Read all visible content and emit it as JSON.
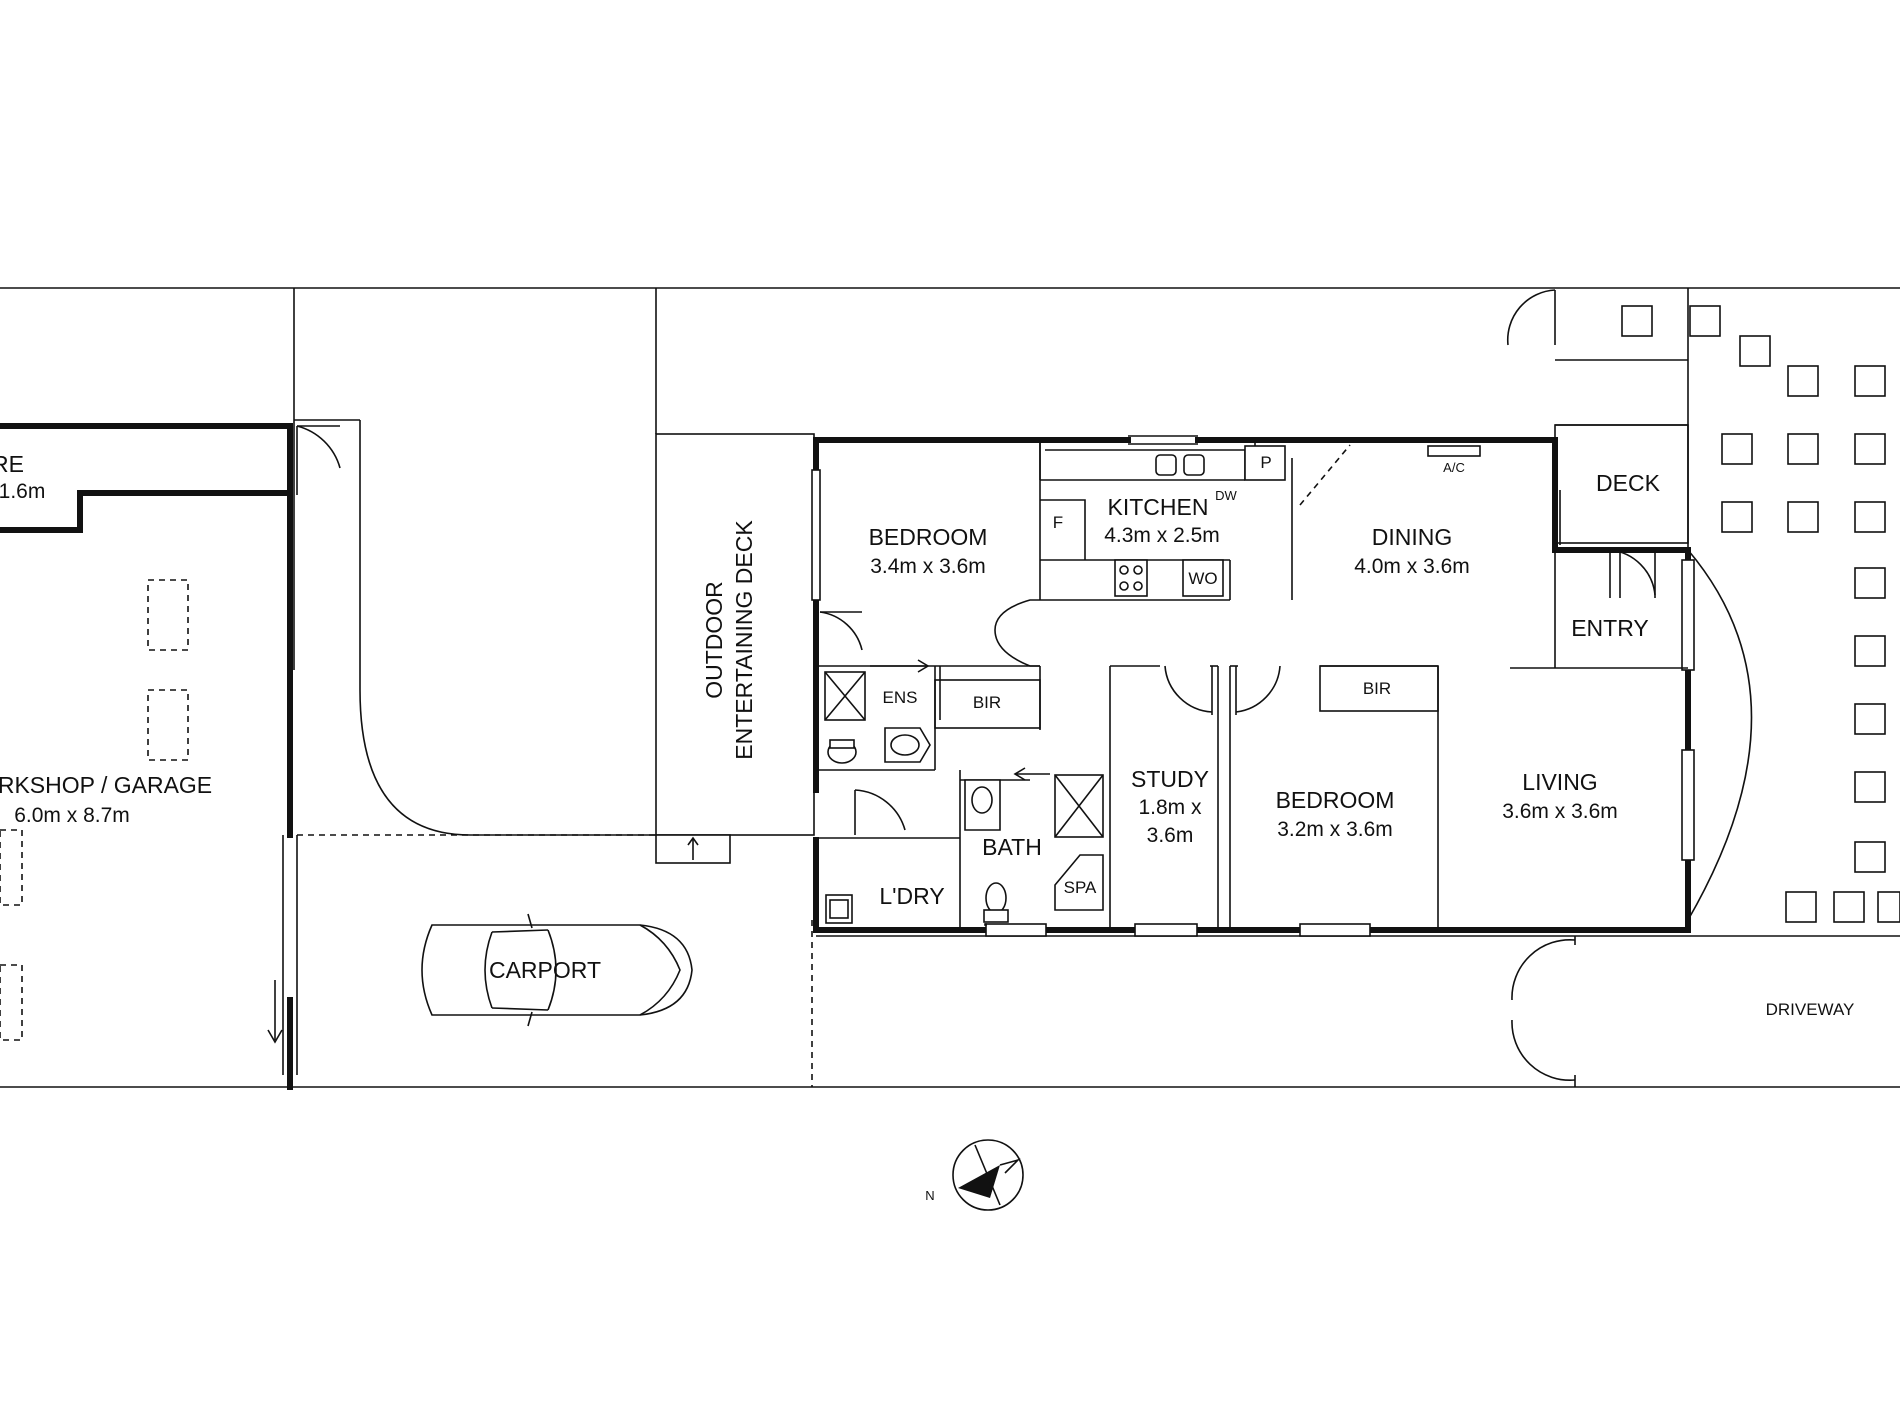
{
  "floorplan": {
    "rooms": {
      "store": {
        "name": "RE",
        "dims": "1.6m"
      },
      "workshop": {
        "name": "RKSHOP / GARAGE",
        "dims": "6.0m x 8.7m"
      },
      "carport": {
        "name": "CARPORT"
      },
      "outdoor_deck": {
        "line1": "OUTDOOR",
        "line2": "ENTERTAINING DECK"
      },
      "bedroom1": {
        "name": "BEDROOM",
        "dims": "3.4m x 3.6m"
      },
      "kitchen": {
        "name": "KITCHEN",
        "dims": "4.3m x 2.5m"
      },
      "dining": {
        "name": "DINING",
        "dims": "4.0m x 3.6m"
      },
      "deck": {
        "name": "DECK"
      },
      "entry": {
        "name": "ENTRY"
      },
      "ens": {
        "name": "ENS"
      },
      "bir1": {
        "name": "BIR"
      },
      "bath": {
        "name": "BATH"
      },
      "spa": {
        "name": "SPA"
      },
      "laundry": {
        "name": "L'DRY"
      },
      "study": {
        "name": "STUDY",
        "dims_line1": "1.8m x",
        "dims_line2": "3.6m"
      },
      "bedroom2": {
        "name": "BEDROOM",
        "dims": "3.2m x 3.6m"
      },
      "bir2": {
        "name": "BIR"
      },
      "living": {
        "name": "LIVING",
        "dims": "3.6m x 3.6m"
      },
      "driveway": {
        "name": "DRIVEWAY"
      }
    },
    "fixtures": {
      "fridge": "F",
      "pantry": "P",
      "dishwasher": "DW",
      "wall_oven": "WO",
      "air_con": "A/C"
    },
    "compass": {
      "north_label": "N"
    }
  }
}
